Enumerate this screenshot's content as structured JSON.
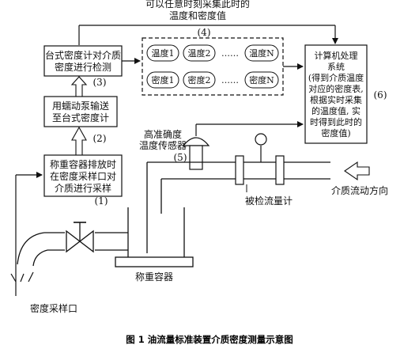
{
  "annotations": {
    "top_note_line1": "可以任意时刻采集此时的",
    "top_note_line2": "温度和密度值",
    "label_4": "(4)",
    "label_3": "(3)",
    "label_2": "(2)",
    "label_1": "(1)",
    "label_5": "(5)",
    "label_6": "(6)"
  },
  "boxes": {
    "detect": [
      "台式密度计对介质",
      "密度进行检测"
    ],
    "pump": [
      "用蠕动泵输送",
      "至台式密度计"
    ],
    "sample": [
      "称重容器排放时",
      "在密度采样口对",
      "介质进行采样"
    ],
    "computer": [
      "计算机处理",
      "系统",
      "(得到介质温度",
      "对应的密度表,",
      "根据实时采集",
      "的温度值, 实",
      "时得到此时的",
      "密度值)"
    ]
  },
  "readings": {
    "temperature": [
      "温度1",
      "温度2",
      "……",
      "温度N"
    ],
    "density": [
      "密度1",
      "密度2",
      "……",
      "密度N"
    ]
  },
  "labels": {
    "sensor": [
      "高准确度",
      "温度传感器"
    ],
    "flowmeter": "被检流量计",
    "flow_direction": "介质流动方向",
    "container": "称重容器",
    "sampling_port": "密度采样口"
  },
  "caption": "图 1  油流量标准装置介质密度测量示意图"
}
